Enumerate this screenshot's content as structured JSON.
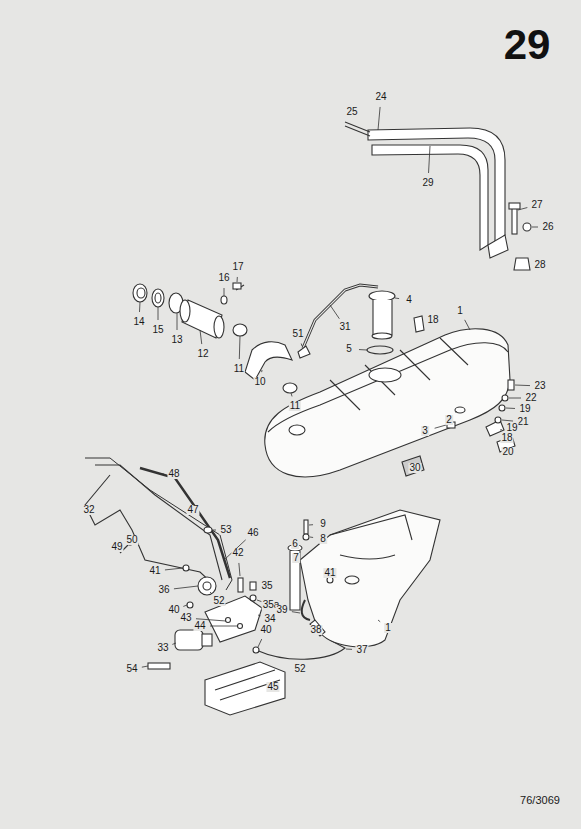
{
  "diagram": {
    "title": "29",
    "labels": [
      "24",
      "25",
      "29",
      "27",
      "26",
      "28",
      "16",
      "17",
      "4",
      "18",
      "1",
      "14",
      "15",
      "13",
      "12",
      "51",
      "31",
      "5",
      "11",
      "10",
      "11",
      "23",
      "22",
      "19",
      "2",
      "21",
      "3",
      "19",
      "18",
      "20",
      "30",
      "48",
      "47",
      "32",
      "53",
      "9",
      "8",
      "46",
      "6",
      "49",
      "50",
      "42",
      "7",
      "41",
      "41",
      "36",
      "35",
      "52",
      "35a",
      "40",
      "39",
      "34",
      "43",
      "44",
      "40",
      "38",
      "33",
      "37",
      "52",
      "1",
      "54",
      "45",
      "76/3069"
    ]
  }
}
